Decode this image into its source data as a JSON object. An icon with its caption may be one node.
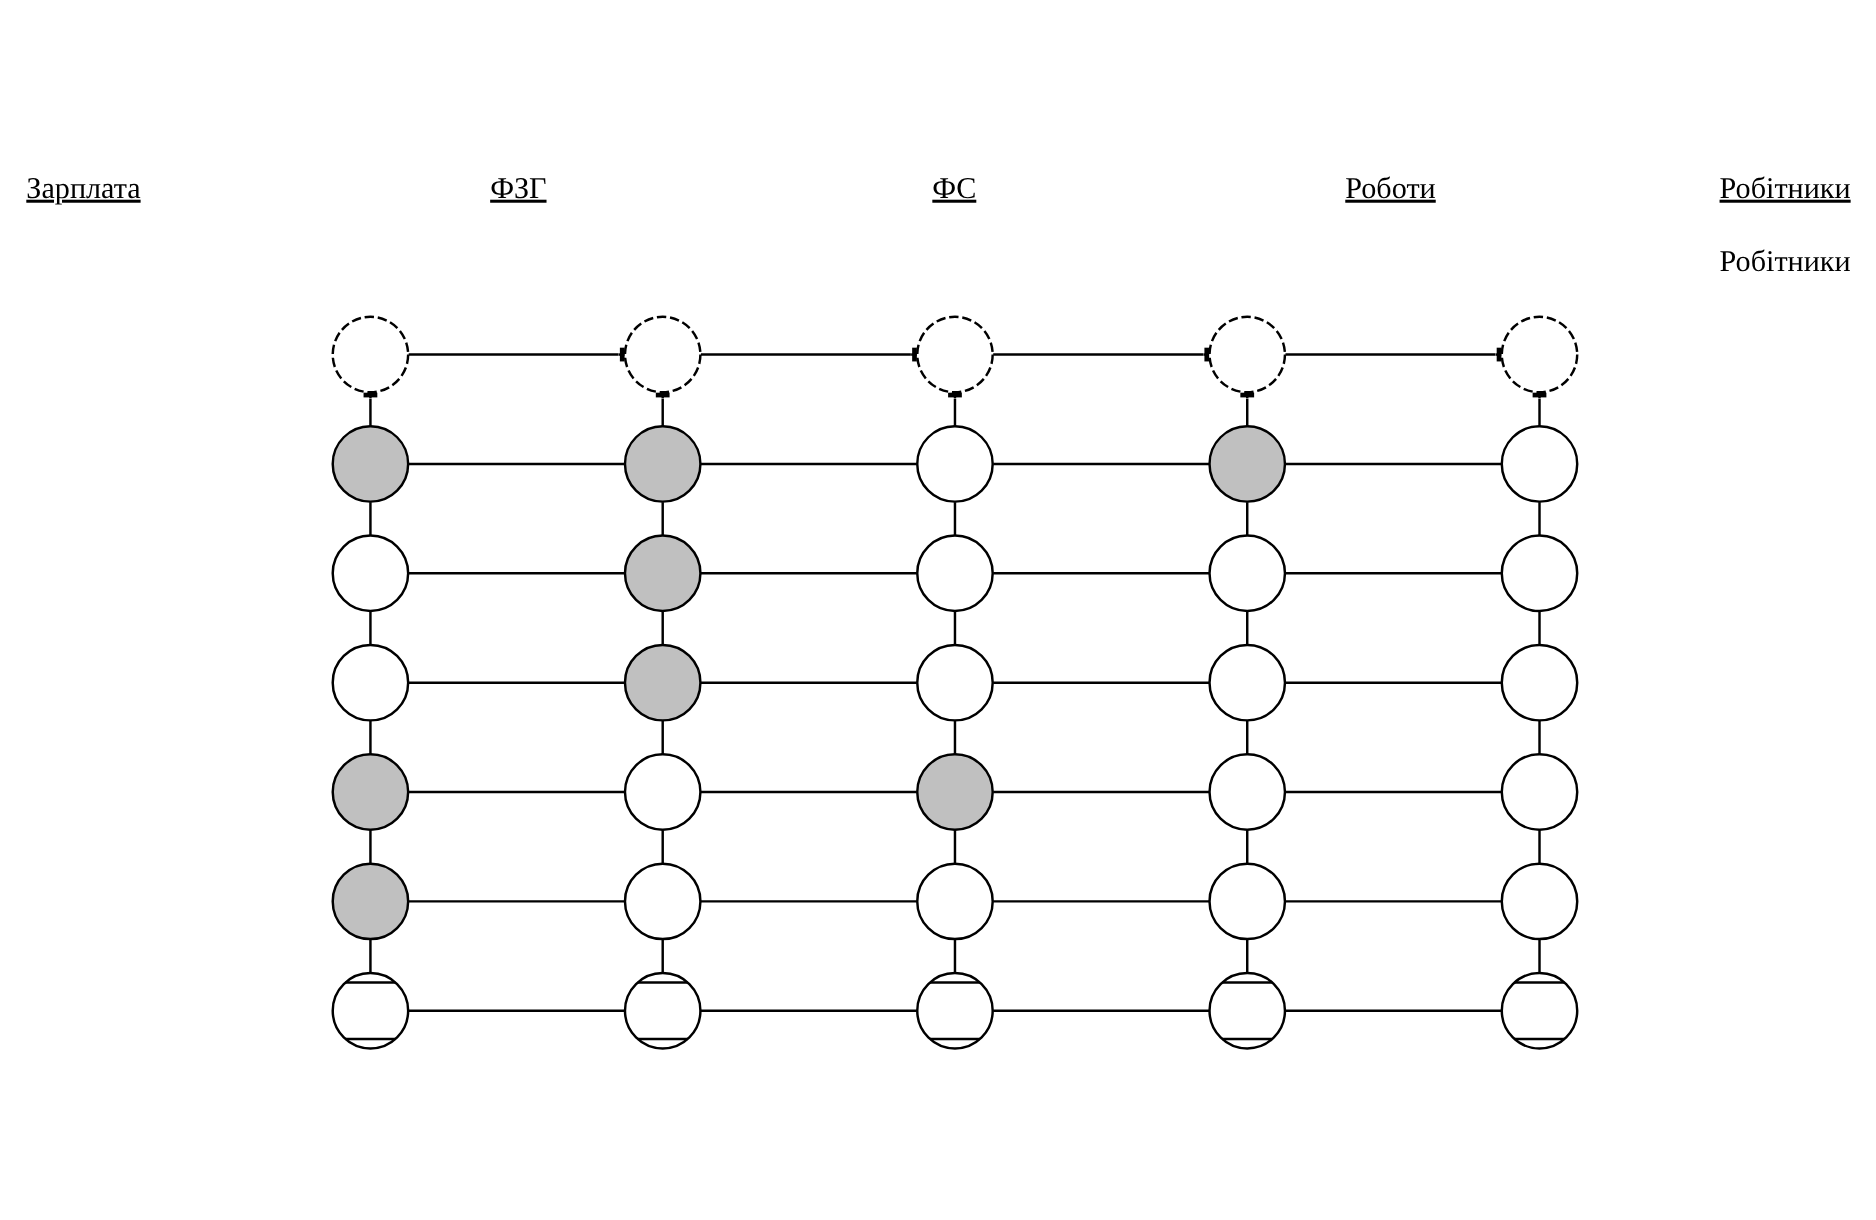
{
  "diagram": {
    "nodes": [
      {
        "text": [],
        "shape": "circle"
      },
      {
        "text": [],
        "shape": "circle"
      },
      {
        "text": [],
        "shape": "circle"
      },
      {
        "text": [],
        "shape": "circle"
      },
      {
        "text": [],
        "shape": "circle"
      },
      {
        "text": [],
        "shape": "circle"
      },
      {
        "text": [],
        "shape": "circle"
      },
      {
        "text": [],
        "shape": "circle"
      },
      {
        "text": [],
        "shape": "circle"
      },
      {
        "text": [],
        "shape": "circle"
      },
      {
        "text": [],
        "shape": "circle"
      },
      {
        "text": [],
        "shape": "circle"
      },
      {
        "text": [],
        "shape": "circle"
      },
      {
        "text": [],
        "shape": "circle"
      },
      {
        "text": [],
        "shape": "circle"
      },
      {
        "text": [],
        "shape": "circle"
      },
      {
        "text": [],
        "shape": "circle"
      },
      {
        "text": [],
        "shape": "circle"
      },
      {
        "text": [],
        "shape": "circle"
      },
      {
        "text": [],
        "shape": "circle"
      },
      {
        "text": [],
        "shape": "circle"
      },
      {
        "text": [],
        "shape": "circle"
      },
      {
        "text": [],
        "shape": "circle"
      },
      {
        "text": [],
        "shape": "circle"
      },
      {
        "text": [],
        "shape": "circle"
      },
      {
        "text": [],
        "shape": "circle"
      },
      {
        "text": [],
        "shape": "circle"
      },
      {
        "text": [],
        "shape": "circle"
      },
      {
        "text": [],
        "shape": "circle"
      },
      {
        "text": [],
        "shape": "circle"
      },
      {
        "text": [],
        "shape": "circle"
      },
      {
        "text": [],
        "shape": "circle"
      },
      {
        "text": [],
        "shape": "circle"
      },
      {
        "text": [],
        "shape": "circle"
      },
      {
        "text": [],
        "shape": "circle"
      }
    ],
    "edges": [
      {
        "from": 0,
        "to": 1,
        "arrow": "other"
      },
      {
        "from": 1,
        "to": 2,
        "arrow": "other"
      },
      {
        "from": 2,
        "to": 3,
        "arrow": "other"
      },
      {
        "from": 3,
        "to": 4,
        "arrow": "other"
      },
      {
        "from": 5,
        "to": 0,
        "arrow": "other"
      },
      {
        "from": 6,
        "to": 1,
        "arrow": "other"
      },
      {
        "from": 7,
        "to": 2,
        "arrow": "other"
      },
      {
        "from": 8,
        "to": 3,
        "arrow": "other"
      },
      {
        "from": 9,
        "to": 4,
        "arrow": "other"
      },
      {
        "from": 5,
        "to": 6,
        "arrow": "none"
      },
      {
        "from": 6,
        "to": 7,
        "arrow": "none"
      },
      {
        "from": 7,
        "to": 8,
        "arrow": "none"
      },
      {
        "from": 8,
        "to": 9,
        "arrow": "none"
      },
      {
        "from": 5,
        "to": 10,
        "arrow": "none"
      },
      {
        "from": 6,
        "to": 11,
        "arrow": "none"
      },
      {
        "from": 7,
        "to": 12,
        "arrow": "none"
      },
      {
        "from": 8,
        "to": 13,
        "arrow": "none"
      },
      {
        "from": 9,
        "to": 14,
        "arrow": "none"
      },
      {
        "from": 10,
        "to": 11,
        "arrow": "none"
      },
      {
        "from": 11,
        "to": 12,
        "arrow": "none"
      },
      {
        "from": 12,
        "to": 13,
        "arrow": "none"
      },
      {
        "from": 13,
        "to": 14,
        "arrow": "none"
      },
      {
        "from": 10,
        "to": 15,
        "arrow": "none"
      },
      {
        "from": 11,
        "to": 16,
        "arrow": "none"
      },
      {
        "from": 12,
        "to": 17,
        "arrow": "none"
      },
      {
        "from": 13,
        "to": 18,
        "arrow": "none"
      },
      {
        "from": 14,
        "to": 19,
        "arrow": "none"
      },
      {
        "from": 15,
        "to": 16,
        "arrow": "none"
      },
      {
        "from": 16,
        "to": 17,
        "arrow": "none"
      },
      {
        "from": 17,
        "to": 18,
        "arrow": "none"
      },
      {
        "from": 18,
        "to": 19,
        "arrow": "none"
      },
      {
        "from": 15,
        "to": 20,
        "arrow": "none"
      },
      {
        "from": 16,
        "to": 21,
        "arrow": "none"
      },
      {
        "from": 17,
        "to": 22,
        "arrow": "none"
      },
      {
        "from": 18,
        "to": 23,
        "arrow": "none"
      },
      {
        "from": 19,
        "to": 24,
        "arrow": "none"
      },
      {
        "from": 20,
        "to": 21,
        "arrow": "none"
      },
      {
        "from": 21,
        "to": 22,
        "arrow": "none"
      },
      {
        "from": 22,
        "to": 23,
        "arrow": "none"
      },
      {
        "from": 23,
        "to": 24,
        "arrow": "none"
      },
      {
        "from": 20,
        "to": 25,
        "arrow": "none"
      },
      {
        "from": 21,
        "to": 26,
        "arrow": "none"
      },
      {
        "from": 22,
        "to": 27,
        "arrow": "none"
      },
      {
        "from": 23,
        "to": 28,
        "arrow": "none"
      },
      {
        "from": 24,
        "to": 29,
        "arrow": "none"
      },
      {
        "from": 25,
        "to": 26,
        "arrow": "none"
      },
      {
        "from": 26,
        "to": 27,
        "arrow": "none"
      },
      {
        "from": 27,
        "to": 28,
        "arrow": "none"
      },
      {
        "from": 28,
        "to": 29,
        "arrow": "none"
      },
      {
        "from": 25,
        "to": 30,
        "arrow": "none"
      },
      {
        "from": 26,
        "to": 31,
        "arrow": "none"
      },
      {
        "from": 27,
        "to": 32,
        "arrow": "none"
      },
      {
        "from": 28,
        "to": 33,
        "arrow": "none"
      },
      {
        "from": 29,
        "to": 34,
        "arrow": "none"
      },
      {
        "from": 30,
        "to": 31,
        "arrow": "none"
      },
      {
        "from": 31,
        "to": 32,
        "arrow": "none"
      },
      {
        "from": 32,
        "to": 33,
        "arrow": "none"
      },
      {
        "from": 33,
        "to": 34,
        "arrow": "none"
      }
    ],
    "labels": [
      "Зарплата",
      "ФЗГ",
      "ФС",
      "Роботи",
      "Робітники",
      "Робітники"
    ]
  }
}
